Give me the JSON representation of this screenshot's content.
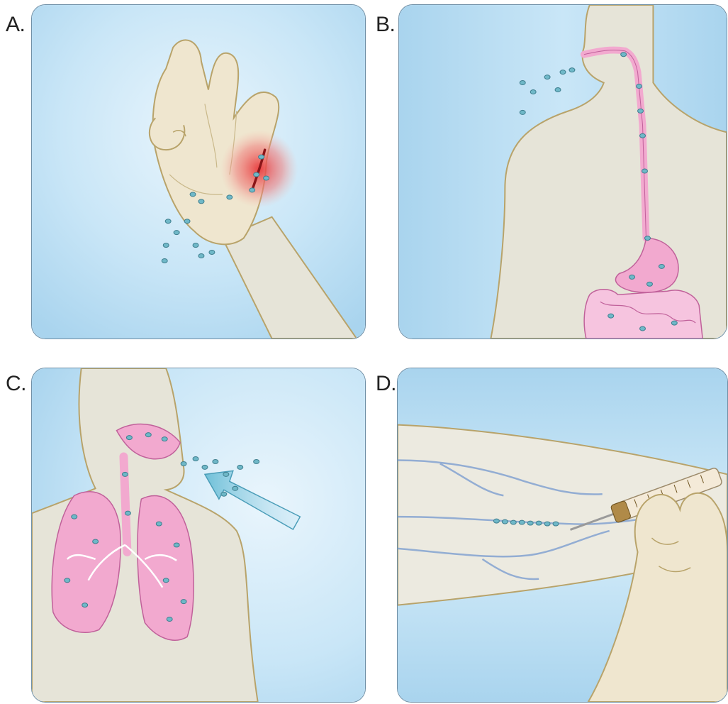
{
  "figure": {
    "panels": [
      {
        "label": "A.",
        "illustration": "bacteria-entering-skin-wound-on-hand"
      },
      {
        "label": "B.",
        "illustration": "bacteria-ingested-through-digestive-tract"
      },
      {
        "label": "C.",
        "illustration": "bacteria-inhaled-into-lungs"
      },
      {
        "label": "D.",
        "illustration": "bacteria-injected-into-vein-with-syringe"
      }
    ],
    "colors": {
      "background": "#bfe0f5",
      "skin": "#ece6d6",
      "skin_outline": "#b8a36a",
      "organ": "#f2a9cf",
      "bacteria": "#6fb8c8",
      "wound": "#e8383a",
      "vein": "#7d9fd0"
    }
  }
}
